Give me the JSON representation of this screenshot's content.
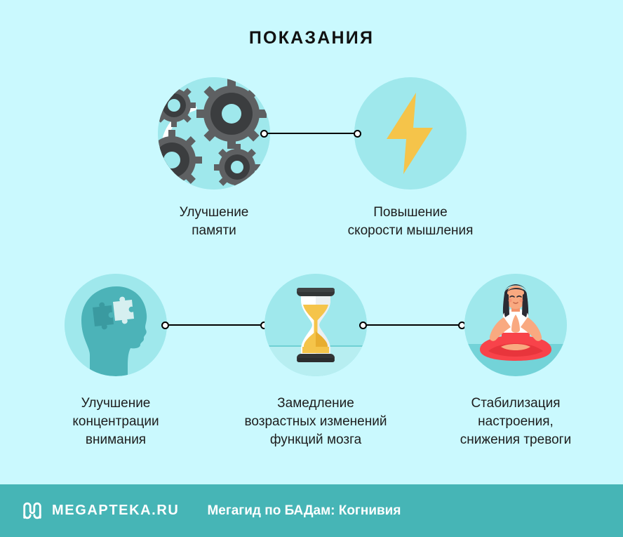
{
  "page": {
    "title": "ПОКАЗАНИЯ",
    "background_color": "#CAF9FE",
    "circle_color": "#9FE8EC",
    "text_color": "#1D1D1D"
  },
  "nodes": [
    {
      "id": "memory",
      "icon": "gears-icon",
      "label": "Улучшение\nпамяти"
    },
    {
      "id": "speed",
      "icon": "lightning-bolt-icon",
      "label": "Повышение\nскорости мышления"
    },
    {
      "id": "focus",
      "icon": "head-puzzle-icon",
      "label": "Улучшение\nконцентрации\nвнимания"
    },
    {
      "id": "aging",
      "icon": "hourglass-icon",
      "label": "Замедление\nвозрастных изменений\nфункций мозга"
    },
    {
      "id": "mood",
      "icon": "meditating-woman-icon",
      "label": "Стабилизация\nнастроения,\nснижения тревоги"
    }
  ],
  "connectors": [
    {
      "id": "connector-1",
      "from": "memory",
      "to": "speed"
    },
    {
      "id": "connector-2",
      "from": "focus",
      "to": "aging"
    },
    {
      "id": "connector-3",
      "from": "aging",
      "to": "mood"
    }
  ],
  "footer": {
    "logo_icon": "megapteka-m-logo-icon",
    "brand": "MEGAPTEKA.RU",
    "tagline": "Мегагид по БАДам: Когнивия",
    "background_color": "#46B5B6"
  }
}
